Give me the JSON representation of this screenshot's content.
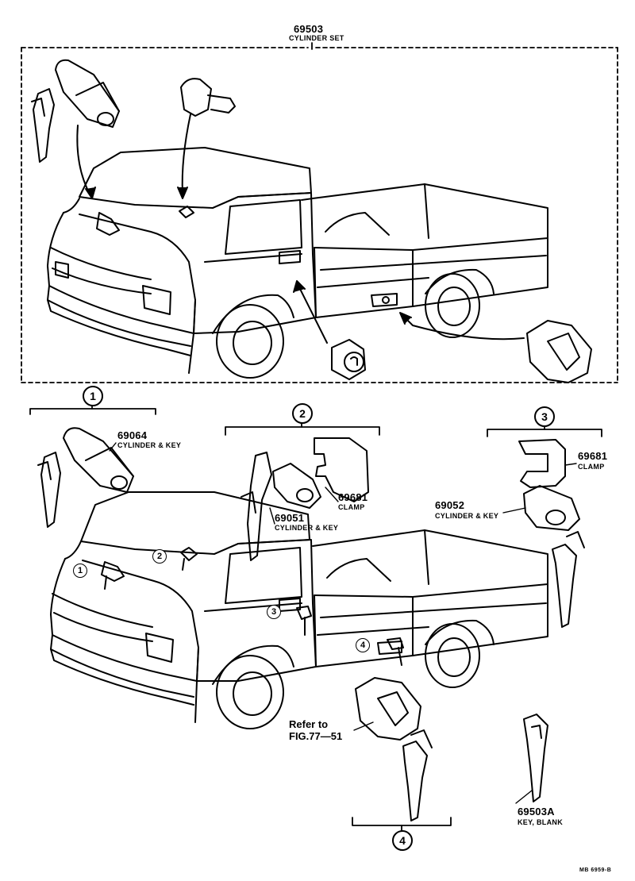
{
  "top": {
    "part_number": "69503",
    "part_name": "CYLINDER SET"
  },
  "groups": [
    {
      "number": "1",
      "part_number": "69064",
      "part_name": "CYLINDER & KEY"
    },
    {
      "number": "2",
      "part_number": "69051",
      "part_name": "CYLINDER & KEY",
      "clamp_number": "69681",
      "clamp_name": "CLAMP"
    },
    {
      "number": "3",
      "part_number": "69052",
      "part_name": "CYLINDER & KEY",
      "clamp_number": "69681",
      "clamp_name": "CLAMP"
    },
    {
      "number": "4",
      "reference": "Refer to\nFIG.77—51"
    }
  ],
  "key_blank": {
    "part_number": "69503A",
    "part_name": "KEY, BLANK"
  },
  "figure_code": "MB 6959-B"
}
